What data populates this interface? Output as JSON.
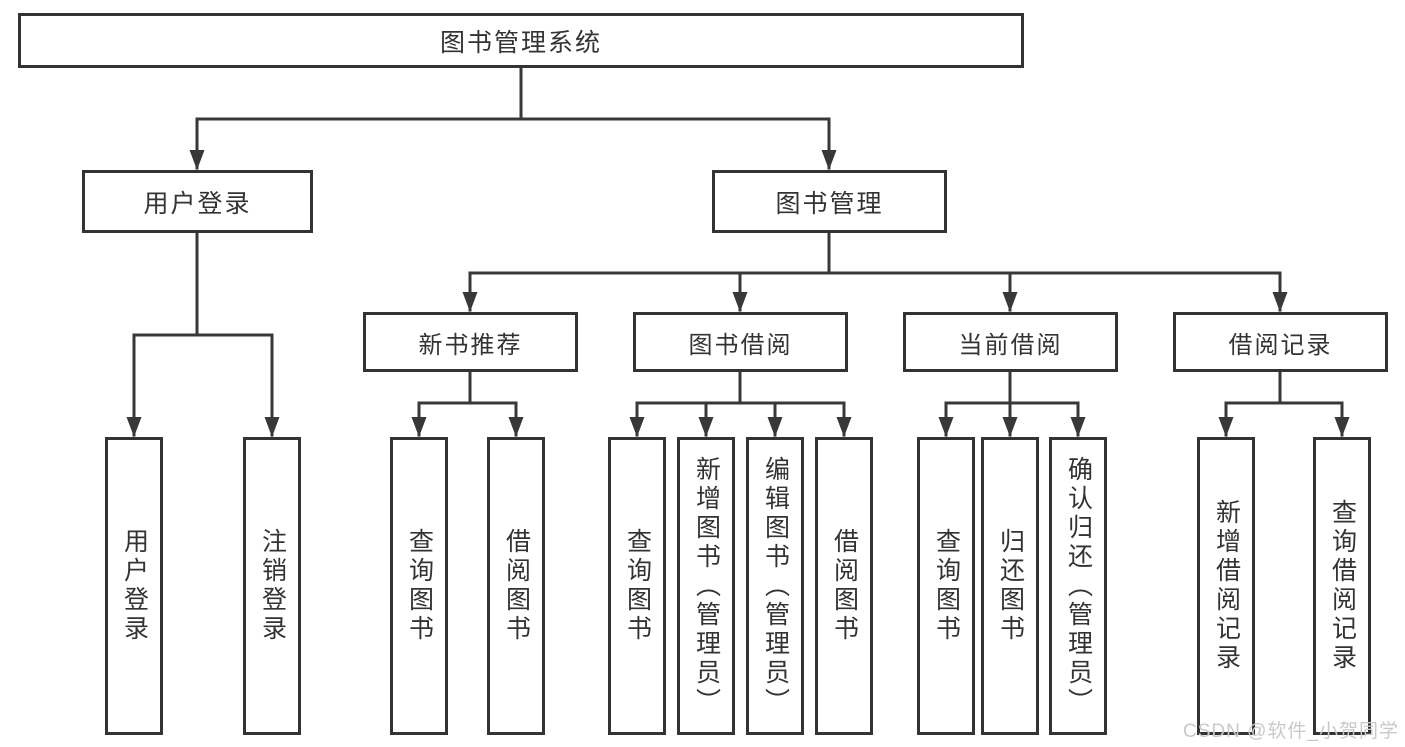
{
  "diagram": {
    "root": {
      "label": "图书管理系统"
    },
    "branches": [
      {
        "label": "用户登录",
        "children": [
          {
            "label": "用户登录"
          },
          {
            "label": "注销登录"
          }
        ]
      },
      {
        "label": "图书管理",
        "children": [
          {
            "label": "新书推荐",
            "children": [
              {
                "label": "查询图书"
              },
              {
                "label": "借阅图书"
              }
            ]
          },
          {
            "label": "图书借阅",
            "children": [
              {
                "label": "查询图书"
              },
              {
                "label": "新增图书（管理员）"
              },
              {
                "label": "编辑图书（管理员）"
              },
              {
                "label": "借阅图书"
              }
            ]
          },
          {
            "label": "当前借阅",
            "children": [
              {
                "label": "查询图书"
              },
              {
                "label": "归还图书"
              },
              {
                "label": "确认归还（管理员）"
              }
            ]
          },
          {
            "label": "借阅记录",
            "children": [
              {
                "label": "新增借阅记录"
              },
              {
                "label": "查询借阅记录"
              }
            ]
          }
        ]
      }
    ]
  },
  "watermark": {
    "text": "CSDN @软件_小贺同学"
  },
  "colors": {
    "line": "#383838",
    "box_border": "#333333",
    "text": "#333333",
    "watermark": "#c9c9c9",
    "background": "#ffffff"
  }
}
